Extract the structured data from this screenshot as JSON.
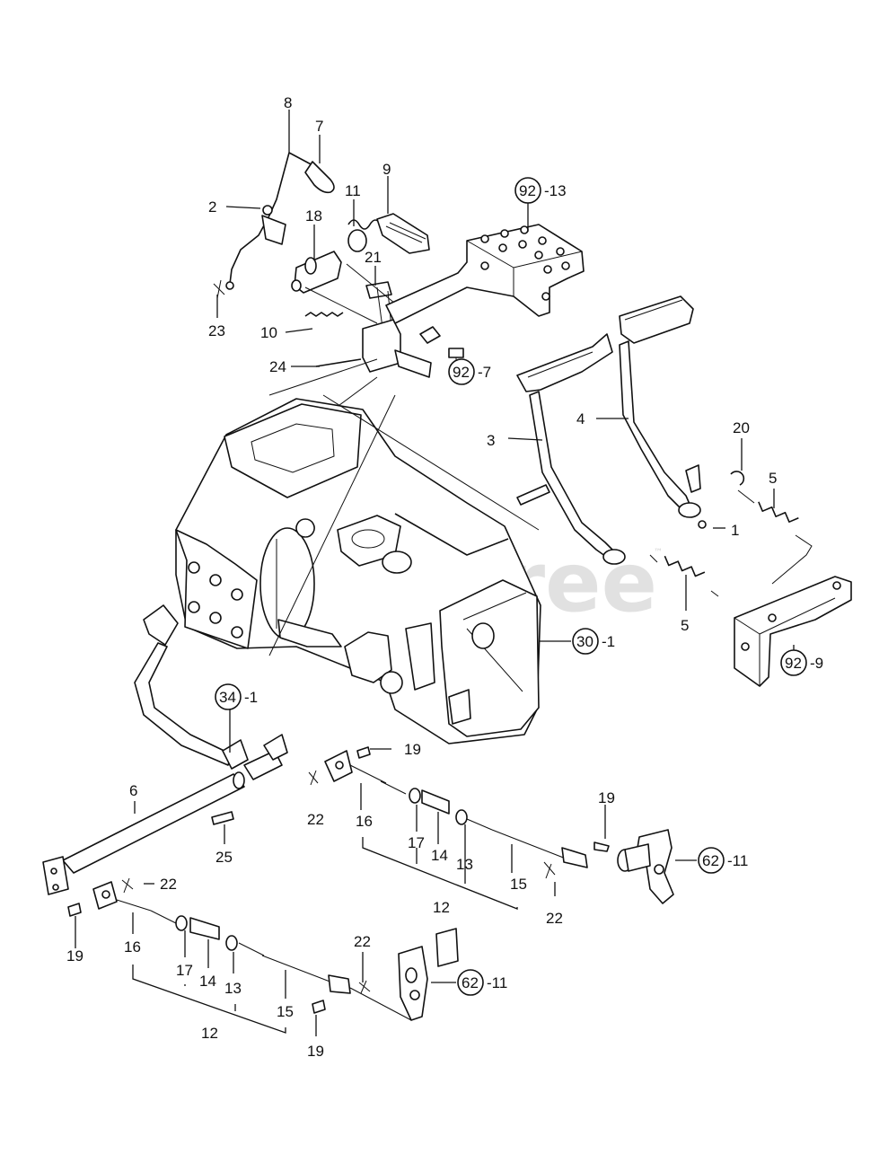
{
  "watermark": {
    "text": "PartsTree",
    "trademark": "™"
  },
  "callouts": {
    "c8": "8",
    "c7": "7",
    "c2": "2",
    "c9": "9",
    "c11": "11",
    "c18": "18",
    "c21": "21",
    "c23": "23",
    "c10": "10",
    "c24": "24",
    "c92_13_circle": "92",
    "c92_13_suffix": "-13",
    "c92_7_circle": "92",
    "c92_7_suffix": "-7",
    "c3": "3",
    "c4": "4",
    "c20": "20",
    "c5a": "5",
    "c1": "1",
    "c5b": "5",
    "c30_circle": "30",
    "c30_suffix": "-1",
    "c92_9_circle": "92",
    "c92_9_suffix": "-9",
    "c34_circle": "34",
    "c34_suffix": "-1",
    "c19a": "19",
    "c6": "6",
    "c22a": "22",
    "c16a": "16",
    "c25": "25",
    "c17a": "17",
    "c14a": "14",
    "c13a": "13",
    "c15a": "15",
    "c12a": "12",
    "c19b": "19",
    "c62a_circle": "62",
    "c62a_suffix": "-11",
    "c22b": "22",
    "c22c": "22",
    "c19c": "19",
    "c16b": "16",
    "c17b": "17",
    "c14b": "14",
    "c13b": "13",
    "c15b": "15",
    "c12b": "12",
    "c22d": "22",
    "c62b_circle": "62",
    "c62b_suffix": "-11",
    "c19d": "19"
  }
}
